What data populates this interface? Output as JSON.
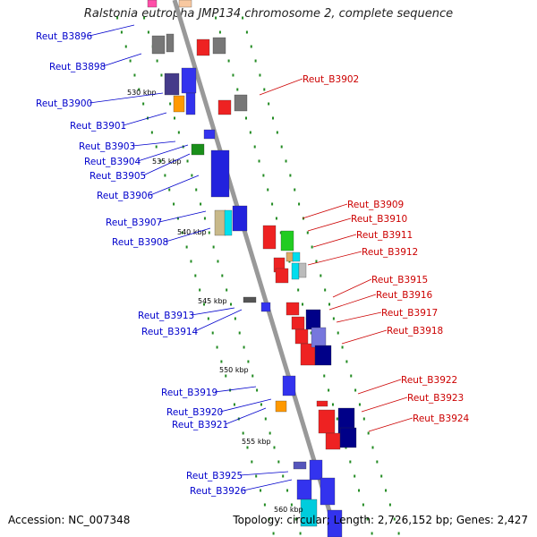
{
  "title": "Ralstonia eutropha JMP134 chromosome 2, complete sequence",
  "footer": {
    "accession": "Accession: NC_007348",
    "summary": "Topology: circular; Length: 2,726,152 bp; Genes: 2,427"
  },
  "scale_labels": [
    "530 kbp",
    "535 kbp",
    "540 kbp",
    "545 kbp",
    "550 kbp",
    "555 kbp",
    "560 kbp"
  ],
  "left_genes": [
    "Reut_B3896",
    "Reut_B3898",
    "Reut_B3900",
    "Reut_B3901",
    "Reut_B3903",
    "Reut_B3904",
    "Reut_B3905",
    "Reut_B3906",
    "Reut_B3907",
    "Reut_B3908",
    "Reut_B3913",
    "Reut_B3914",
    "Reut_B3919",
    "Reut_B3920",
    "Reut_B3921",
    "Reut_B3925",
    "Reut_B3926"
  ],
  "right_genes": [
    "Reut_B3902",
    "Reut_B3909",
    "Reut_B3910",
    "Reut_B3911",
    "Reut_B3912",
    "Reut_B3915",
    "Reut_B3916",
    "Reut_B3917",
    "Reut_B3918",
    "Reut_B3922",
    "Reut_B3923",
    "Reut_B3924"
  ],
  "colors": {
    "left_label": "#0000cc",
    "right_label": "#cc0000",
    "backbone": "#999999",
    "tick": "#228b22"
  }
}
